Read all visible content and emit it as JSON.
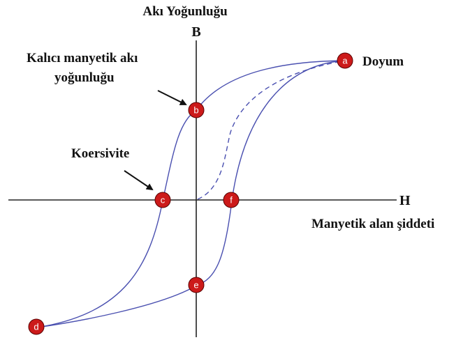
{
  "labels": {
    "b_axis_title": "Akı Yoğunluğu",
    "b_axis_symbol": "B",
    "h_axis_symbol": "H",
    "h_axis_title": "Manyetik alan şiddeti",
    "remanence_line1": "Kalıcı manyetik akı",
    "remanence_line2": "yoğunluğu",
    "coercivity": "Koersivite",
    "saturation": "Doyum"
  },
  "points": {
    "a": "a",
    "b": "b",
    "c": "c",
    "d": "d",
    "e": "e",
    "f": "f"
  },
  "colors": {
    "curve": "#4a50b0",
    "marker_fill": "#cc1a1a",
    "marker_stroke": "#5a0000",
    "axis": "#222222"
  }
}
